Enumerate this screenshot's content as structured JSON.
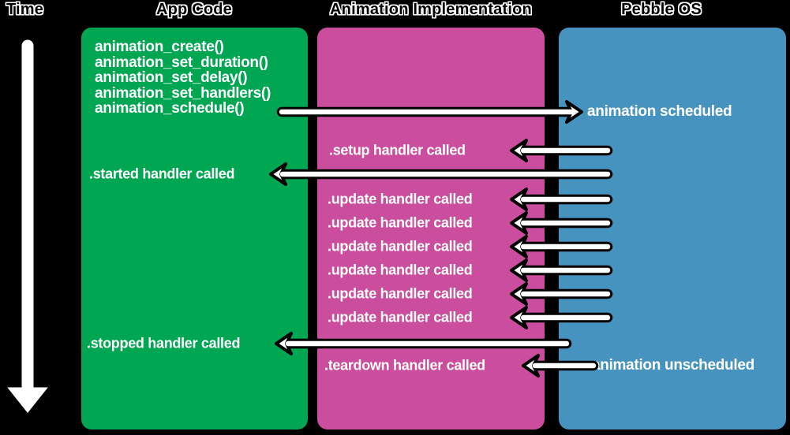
{
  "header": {
    "time_label": "Time",
    "columns": [
      "App Code",
      "Animation Implementation",
      "Pebble OS"
    ]
  },
  "colors": {
    "background": "#000000",
    "app_code": "#00a651",
    "animation_impl": "#cb4d9e",
    "pebble_os": "#4793c0",
    "label_text": "#ffffff",
    "arrow_fill": "#ffffff",
    "arrow_outline": "#000000"
  },
  "app_code": {
    "calls": [
      "animation_create()",
      "animation_set_duration()",
      "animation_set_delay()",
      "animation_set_handlers()",
      "animation_schedule()"
    ],
    "started_label": ".started handler called",
    "stopped_label": ".stopped handler called"
  },
  "animation_impl": {
    "setup_label": ".setup handler called",
    "update_labels": [
      ".update handler called",
      ".update handler called",
      ".update handler called",
      ".update handler called",
      ".update handler called",
      ".update handler called"
    ],
    "teardown_label": ".teardown handler called"
  },
  "pebble_os": {
    "scheduled_label": "animation scheduled",
    "unscheduled_label": "animation unscheduled"
  }
}
